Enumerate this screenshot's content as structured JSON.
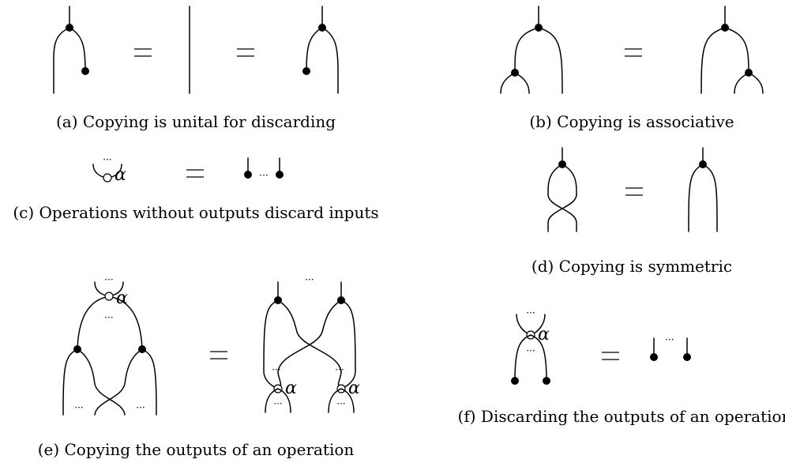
{
  "captions": {
    "a": "(a) Copying is unital for discarding",
    "b": "(b) Copying is associative",
    "c": "(c) Operations without outputs discard inputs",
    "d": "(d) Copying is symmetric",
    "e": "(e) Copying the outputs of an operation",
    "f": "(f) Discarding the outputs of an operation"
  },
  "symbols": {
    "alpha": "α",
    "equals": "=",
    "ellipsis": "···"
  }
}
